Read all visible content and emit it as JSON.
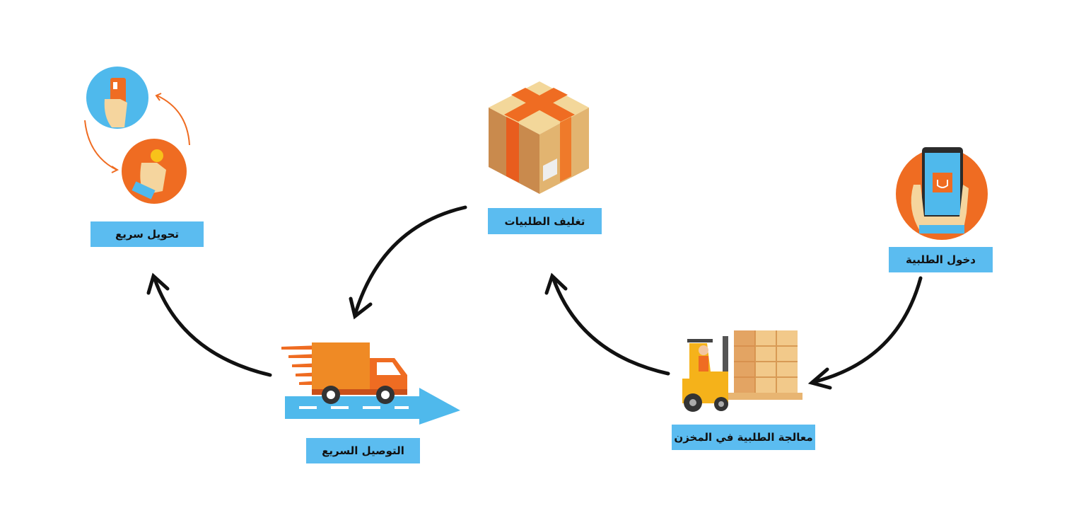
{
  "steps": {
    "order_entry": "دخول الطلبية",
    "warehouse_processing": "معالجة الطلبية في المخزن",
    "order_packaging": "تغليف الطلبيات",
    "fast_delivery": "التوصيل السريع",
    "fast_transfer": "تحويل سريع"
  },
  "colors": {
    "label_bg": "#5bbcf0",
    "accent_orange": "#ef6c22",
    "accent_blue": "#4fb9ec",
    "arrow": "#111111"
  },
  "icons": {
    "order_entry": "phone-shopping-icon",
    "warehouse_processing": "forklift-icon",
    "order_packaging": "package-box-icon",
    "fast_delivery": "delivery-truck-icon",
    "fast_transfer": "payment-exchange-icon"
  }
}
